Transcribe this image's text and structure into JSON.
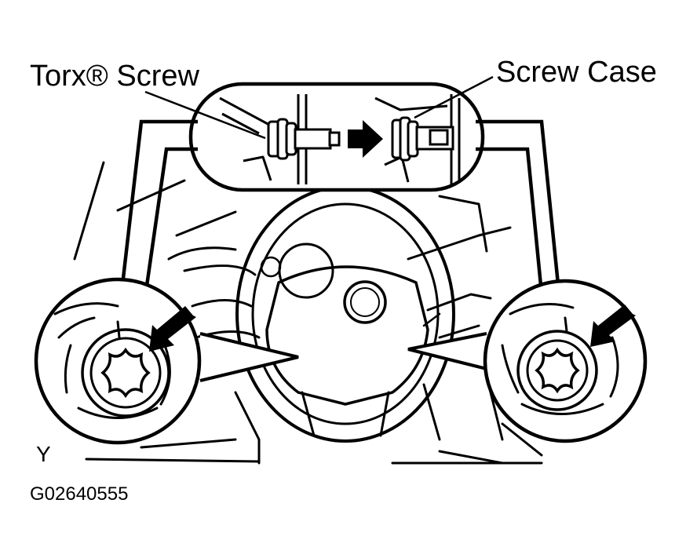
{
  "labels": {
    "torx_screw": "Torx® Screw",
    "screw_case": "Screw Case",
    "view_marker": "Y",
    "figure_code": "G02640555"
  },
  "icons": {
    "torx_screw": "torx-screw-icon",
    "screw_case": "screw-case-icon",
    "steering_wheel": "steering-wheel-icon",
    "pointer_arrow": "arrow-icon"
  },
  "colors": {
    "ink": "#000000",
    "paper": "#ffffff"
  }
}
